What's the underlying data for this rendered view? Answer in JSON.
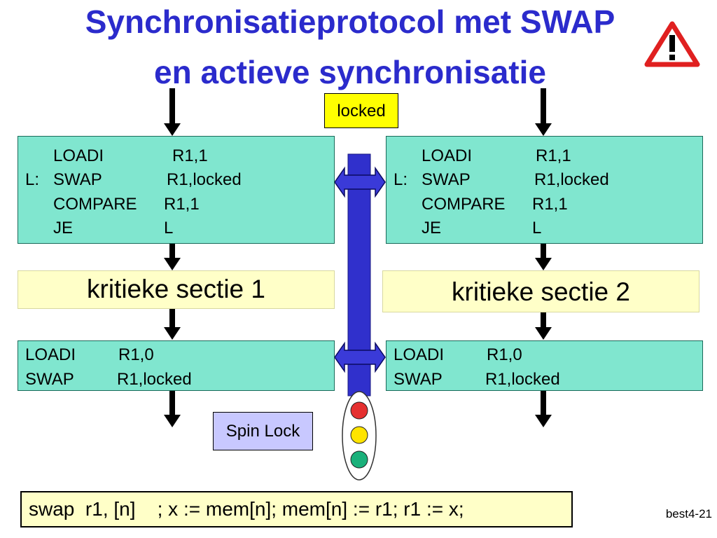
{
  "title": {
    "line1": "Synchronisatieprotocol met SWAP",
    "line2": "en actieve synchronisatie"
  },
  "warning_icon": "warning-triangle-icon",
  "locked_label": "locked",
  "process1": {
    "acquire": [
      {
        "label": "",
        "op": "LOADI",
        "arg": "R1,1"
      },
      {
        "label": "L:",
        "op": "SWAP",
        "arg": "R1,locked"
      },
      {
        "label": "",
        "op": "COMPARE",
        "arg": "R1,1"
      },
      {
        "label": "",
        "op": "JE",
        "arg": "L"
      }
    ],
    "critical": "kritieke sectie 1",
    "release": [
      {
        "op": "LOADI",
        "arg": "R1,0"
      },
      {
        "op": "SWAP",
        "arg": "R1,locked"
      }
    ]
  },
  "process2": {
    "acquire": [
      {
        "label": "",
        "op": "LOADI",
        "arg": "R1,1"
      },
      {
        "label": "L:",
        "op": "SWAP",
        "arg": "R1,locked"
      },
      {
        "label": "",
        "op": "COMPARE",
        "arg": "R1,1"
      },
      {
        "label": "",
        "op": "JE",
        "arg": "L"
      }
    ],
    "critical": "kritieke sectie 2",
    "release": [
      {
        "op": "LOADI",
        "arg": "R1,0"
      },
      {
        "op": "SWAP",
        "arg": "R1,locked"
      }
    ]
  },
  "spin_lock_label": "Spin Lock",
  "traffic_light": {
    "colors": [
      "#e53030",
      "#ffe400",
      "#1ab07a"
    ]
  },
  "swap_definition": "swap  r1, [n]    ; x := mem[n]; mem[n] := r1; r1 := x;",
  "slide_id": "best4-21",
  "colors": {
    "title": "#2b2bcc",
    "code_box": "#80e6cf",
    "critical_box": "#ffffc8",
    "bus": "#3030cc",
    "locked_box": "#ffff00",
    "spin_lock_box": "#c8c8ff"
  }
}
